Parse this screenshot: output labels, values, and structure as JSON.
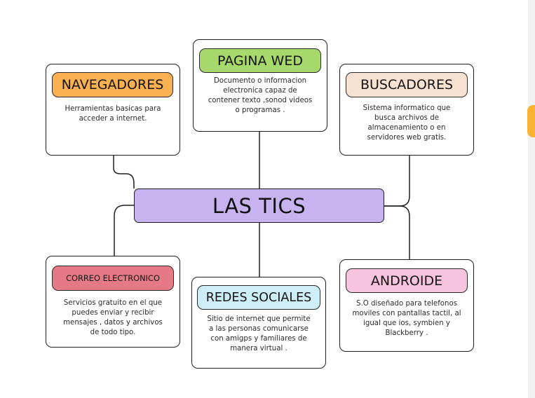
{
  "colors": {
    "center": "#c6b3ef",
    "navegadores": "#fbb152",
    "pagina": "#a6d86b",
    "buscadores": "#f7e1d1",
    "correo": "#e57a86",
    "redes": "#cdeef6",
    "androide": "#f7c4df"
  },
  "center": {
    "label": "LAS TICS"
  },
  "nodes": {
    "navegadores": {
      "title": "NAVEGADORES",
      "desc": [
        "Herramientas basicas para",
        "acceder a internet."
      ]
    },
    "pagina_wed": {
      "title": "PAGINA WED",
      "desc": [
        "Documento o informacion",
        "electronica capaz de",
        "contener texto ,sonod videos",
        "o programas ."
      ]
    },
    "buscadores": {
      "title": "BUSCADORES",
      "desc": [
        "Sistema informatico que",
        "busca archivos de",
        "almacenamiento o en",
        "servidores web gratis."
      ]
    },
    "correo": {
      "title": "CORREO ELECTRONICO",
      "desc": [
        "Servicios gratuito en el que",
        "puedes enviar y recibir",
        "mensajes , datos y archivos",
        "de todo tipo."
      ]
    },
    "redes": {
      "title": "REDES SOCIALES",
      "desc": [
        "Sitio de internet que permite",
        "a las personas comunicarse",
        "con amigps y familiares de",
        "manera virtual ."
      ]
    },
    "androide": {
      "title": "ANDROIDE",
      "desc": [
        "S.O diseñado para telefonos",
        "moviles con pantallas tactil, al",
        "igual que ios, symbien y",
        "Blackberry ."
      ]
    }
  }
}
